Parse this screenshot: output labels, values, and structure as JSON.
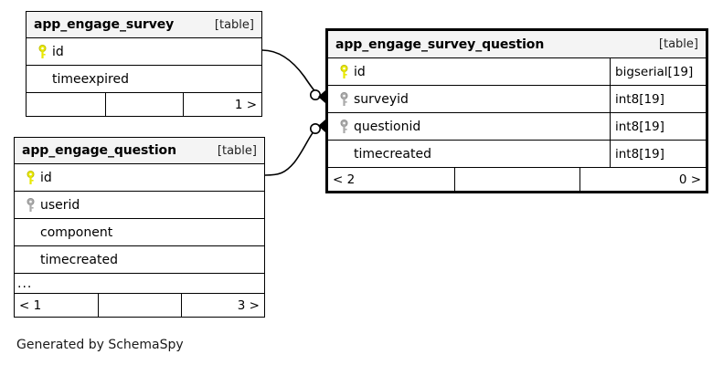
{
  "diagram": {
    "generator_note": "Generated by SchemaSpy",
    "type_tag": "[table]",
    "ellipsis": "...",
    "colors": {
      "primary_key": "#e8e800",
      "foreign_key": "#a9a9a9",
      "header_bg": "#f4f4f4",
      "border": "#000000",
      "background": "#ffffff"
    }
  },
  "tables": [
    {
      "id": "app_engage_survey",
      "name": "app_engage_survey",
      "tag": "[table]",
      "focused": false,
      "show_types": false,
      "columns": [
        {
          "name": "id",
          "key": "primary",
          "key_icon": "key-icon-primary",
          "type": ""
        },
        {
          "name": "timeexpired",
          "key": "none",
          "key_icon": "",
          "type": ""
        }
      ],
      "has_ellipsis_row": false,
      "footer": {
        "left": "",
        "middle": "",
        "right": "1 >"
      }
    },
    {
      "id": "app_engage_question",
      "name": "app_engage_question",
      "tag": "[table]",
      "focused": false,
      "show_types": false,
      "columns": [
        {
          "name": "id",
          "key": "primary",
          "key_icon": "key-icon-primary",
          "type": ""
        },
        {
          "name": "userid",
          "key": "foreign",
          "key_icon": "key-icon-foreign",
          "type": ""
        },
        {
          "name": "component",
          "key": "none",
          "key_icon": "",
          "type": ""
        },
        {
          "name": "timecreated",
          "key": "none",
          "key_icon": "",
          "type": ""
        }
      ],
      "has_ellipsis_row": true,
      "footer": {
        "left": "< 1",
        "middle": "",
        "right": "3 >"
      }
    },
    {
      "id": "app_engage_survey_question",
      "name": "app_engage_survey_question",
      "tag": "[table]",
      "focused": true,
      "show_types": true,
      "columns": [
        {
          "name": "id",
          "key": "primary",
          "key_icon": "key-icon-primary",
          "type": "bigserial[19]"
        },
        {
          "name": "surveyid",
          "key": "foreign",
          "key_icon": "key-icon-foreign",
          "type": "int8[19]"
        },
        {
          "name": "questionid",
          "key": "foreign",
          "key_icon": "key-icon-foreign",
          "type": "int8[19]"
        },
        {
          "name": "timecreated",
          "key": "none",
          "key_icon": "",
          "type": "int8[19]"
        }
      ],
      "has_ellipsis_row": false,
      "footer": {
        "left": "< 2",
        "middle": "",
        "right": "0 >"
      }
    }
  ],
  "relationships": [
    {
      "id": "rel-survey-to-surveyid",
      "from_table": "app_engage_survey",
      "from_column": "id",
      "to_table": "app_engage_survey_question",
      "to_column": "surveyid",
      "optional": true,
      "cardinality": "one-to-many"
    },
    {
      "id": "rel-question-to-questionid",
      "from_table": "app_engage_question",
      "from_column": "id",
      "to_table": "app_engage_survey_question",
      "to_column": "questionid",
      "optional": true,
      "cardinality": "one-to-many"
    }
  ]
}
